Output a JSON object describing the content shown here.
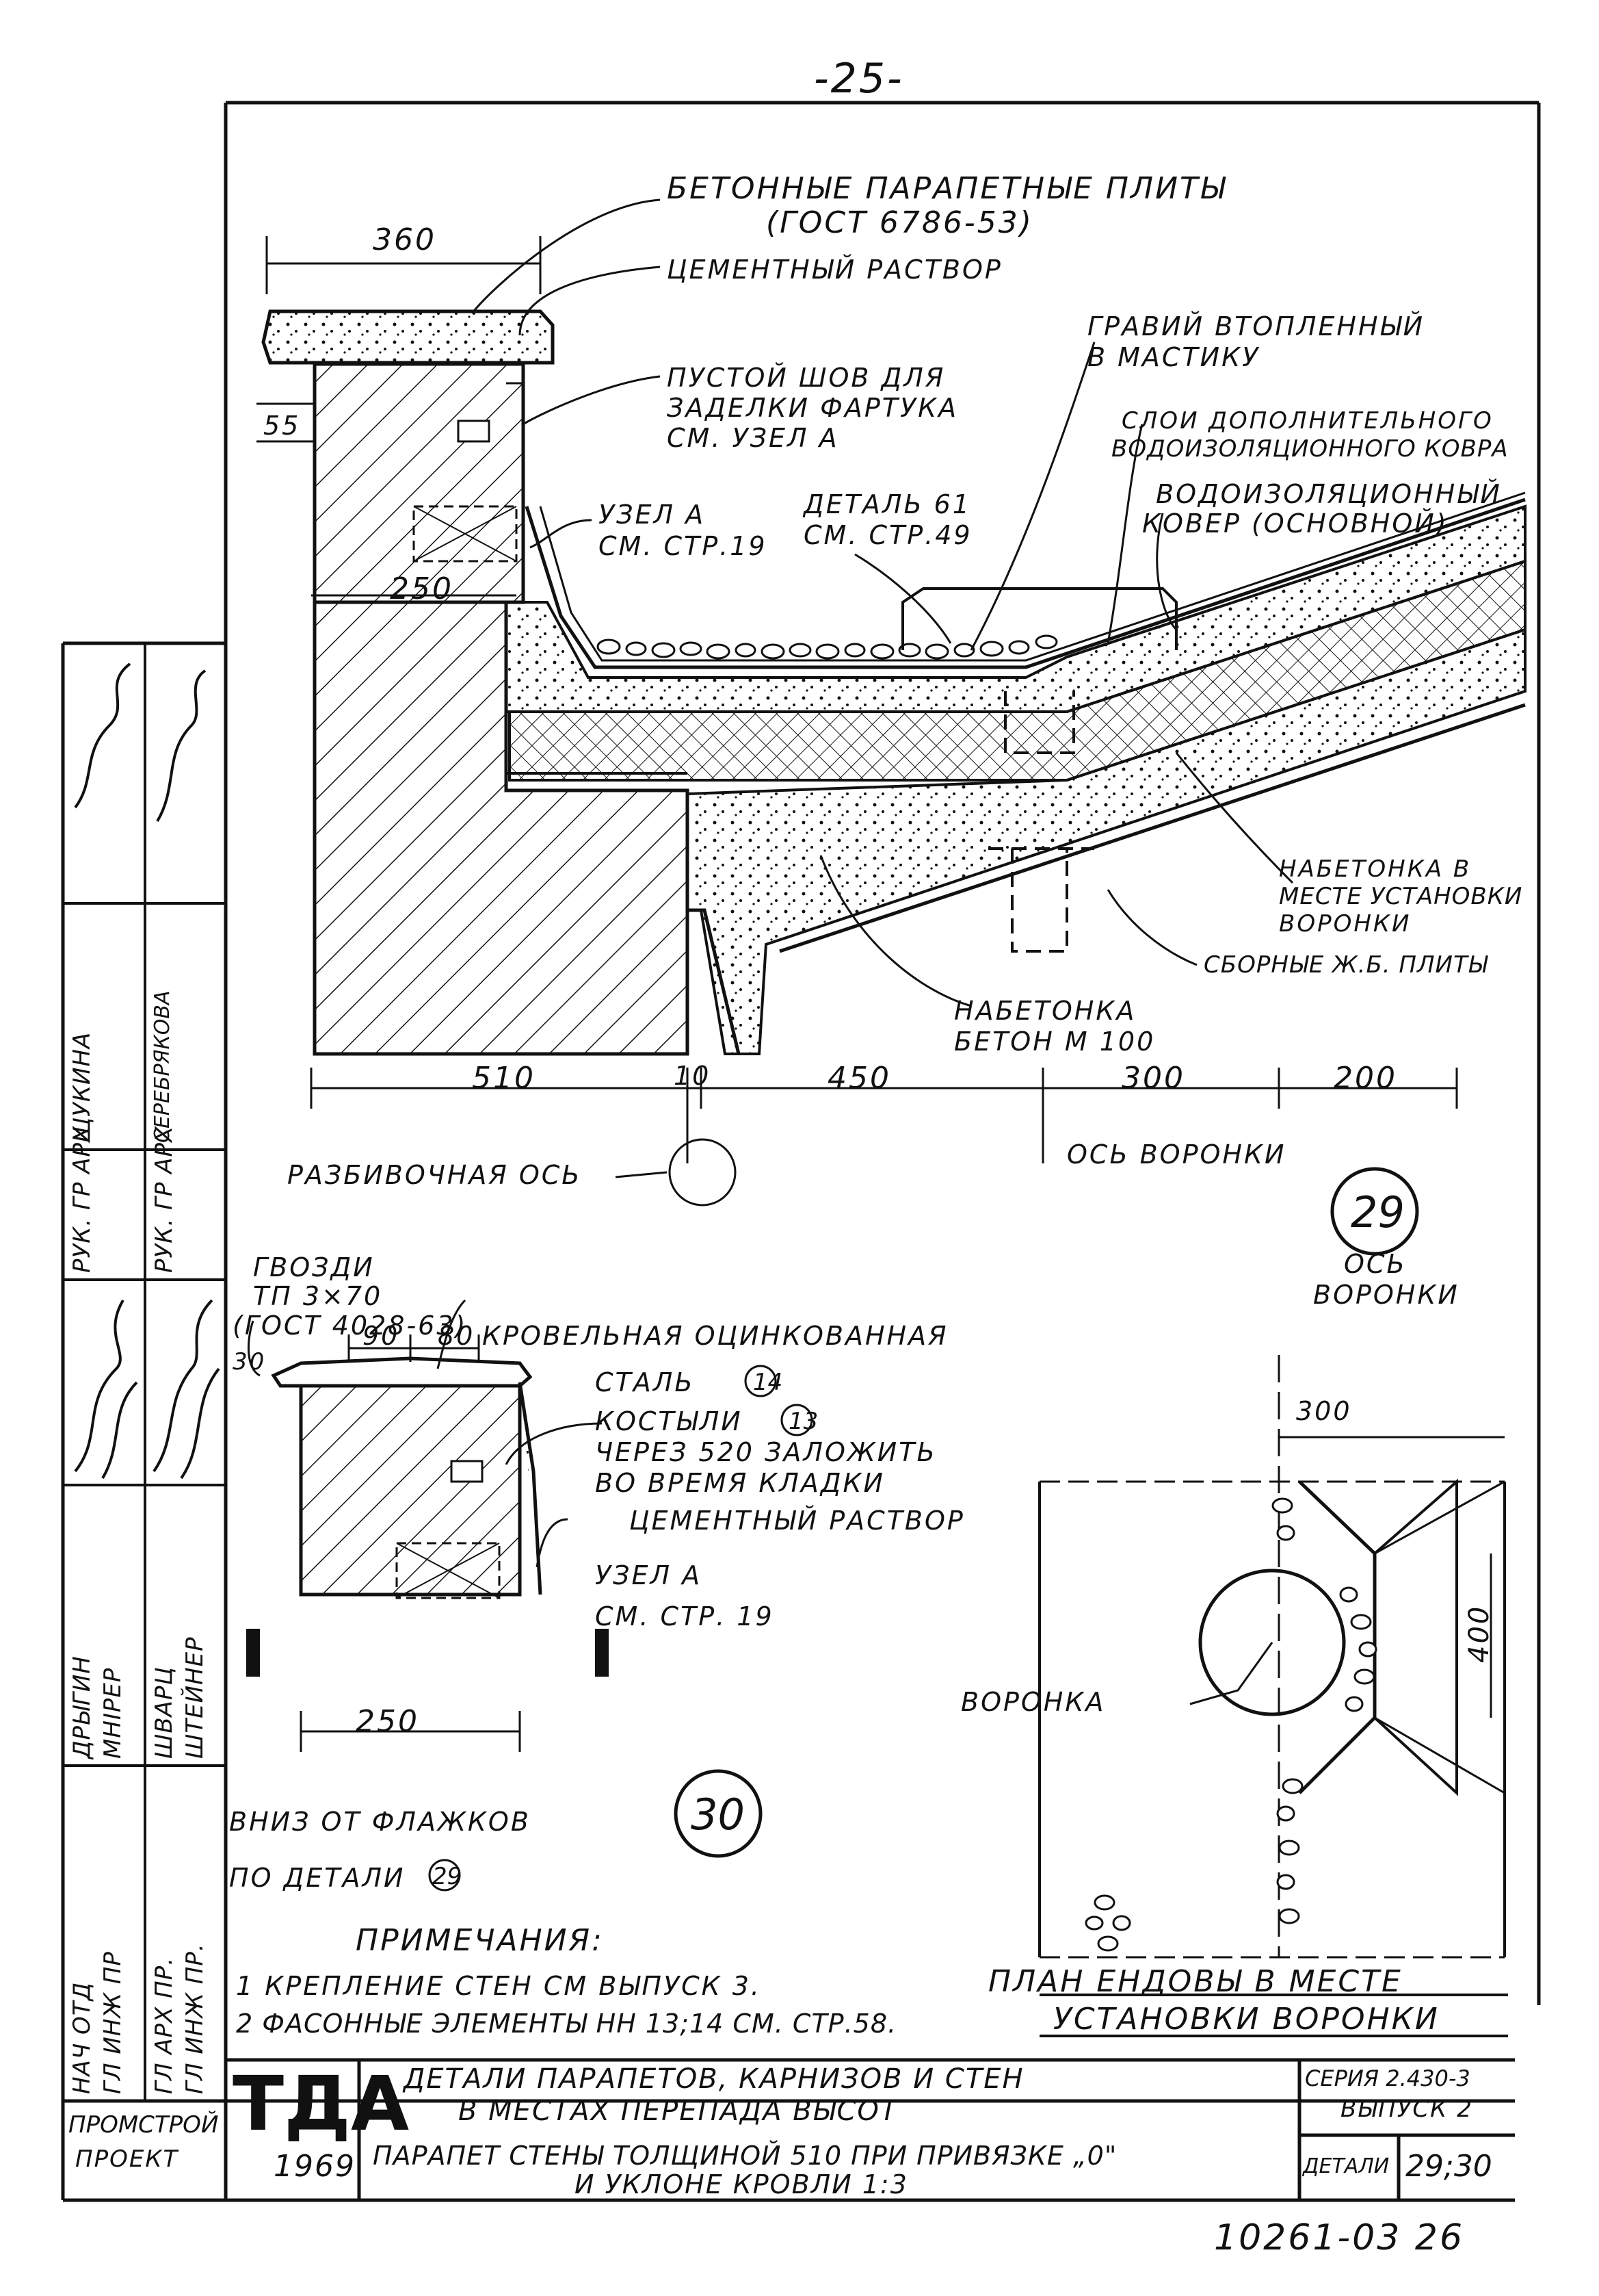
{
  "sheet": {
    "page_number": "-25-",
    "doc_code": "10261-03 26"
  },
  "detail29": {
    "callout_number": "29",
    "parapet_slabs": "БЕТОННЫЕ ПАРАПЕТНЫЕ ПЛИТЫ",
    "parapet_slabs_std": "(ГОСТ 6786-53)",
    "cement_mortar": "ЦЕМЕНТНЫЙ РАСТВОР",
    "empty_joint_1": "ПУСТОЙ ШОВ ДЛЯ",
    "empty_joint_2": "ЗАДЕЛКИ ФАРТУКА",
    "empty_joint_3": "СМ. УЗЕЛ А",
    "node_a_1": "УЗЕЛ А",
    "node_a_2": "СМ. СТР.19",
    "detail61_1": "ДЕТАЛЬ 61",
    "detail61_2": "СМ. СТР.49",
    "gravel_1": "ГРАВИЙ ВТОПЛЕННЫЙ",
    "gravel_2": "В МАСТИКУ",
    "extra_layer_1": "СЛОИ ДОПОЛНИТЕЛЬНОГО",
    "extra_layer_2": "ВОДОИЗОЛЯЦИОННОГО КОВРА",
    "main_carpet_1": "ВОДОИЗОЛЯЦИОННЫЙ",
    "main_carpet_2": "КОВЕР (ОСНОВНОЙ)",
    "concrete_fill_1": "НАБЕТОНКА В",
    "concrete_fill_2": "МЕСТЕ УСТАНОВКИ",
    "concrete_fill_3": "ВОРОНКИ",
    "precast_slabs": "СБОРНЫЕ Ж.Б. ПЛИТЫ",
    "topping_1": "НАБЕТОНКА",
    "topping_2": "БЕТОН М 100",
    "dim_360": "360",
    "dim_55": "55",
    "dim_250": "250",
    "dim_510": "510",
    "dim_10": "10",
    "dim_450": "450",
    "dim_300": "300",
    "dim_200": "200",
    "layout_axis": "РАЗБИВОЧНАЯ ОСЬ",
    "funnel_axis": "ОСЬ ВОРОНКИ"
  },
  "detail30": {
    "callout_number": "30",
    "nails_1": "ГВОЗДИ",
    "nails_2": "ТП 3×70",
    "nails_3": "(ГОСТ 4028-63)",
    "roof_steel_1": "КРОВЕЛЬНАЯ ОЦИНКОВАННАЯ",
    "roof_steel_2": "СТАЛЬ",
    "roof_steel_ref": "14",
    "crutches_1": "КОСТЫЛИ",
    "crutches_ref": "13",
    "crutches_2": "ЧЕРЕЗ 520 ЗАЛОЖИТЬ",
    "crutches_3": "ВО ВРЕМЯ КЛАДКИ",
    "cement_mortar": "ЦЕМЕНТНЫЙ РАСТВОР",
    "node_a_1": "УЗЕЛ А",
    "node_a_2": "СМ. СТР. 19",
    "dim_90": "90",
    "dim_80": "80",
    "dim_30": "30",
    "dim_250": "250",
    "below_flags_1": "ВНИЗ ОТ ФЛАЖКОВ",
    "below_flags_2": "ПО ДЕТАЛИ",
    "below_flags_ref": "29"
  },
  "plan": {
    "axis_1": "ОСЬ",
    "axis_2": "ВОРОНКИ",
    "dim_300": "300",
    "dim_400": "400",
    "funnel": "ВОРОНКА",
    "title_1": "ПЛАН ЕНДОВЫ В МЕСТЕ",
    "title_2": "УСТАНОВКИ ВОРОНКИ"
  },
  "notes": {
    "heading": "ПРИМЕЧАНИЯ:",
    "note1": "1 КРЕПЛЕНИЕ СТЕН СМ ВЫПУСК 3.",
    "note2": "2 ФАСОННЫЕ ЭЛЕМЕНТЫ НН 13;14 СМ. СТР.58."
  },
  "title_block": {
    "org_logo": "ТДА",
    "year": "1969",
    "org_1": "ПРОМСТРОЙ",
    "org_2": "ПРОЕКТ",
    "title_1": "ДЕТАЛИ ПАРАПЕТОВ, КАРНИЗОВ И СТЕН",
    "title_2": "В МЕСТАХ ПЕРЕПАДА ВЫСОТ",
    "subtitle_1": "ПАРАПЕТ СТЕНЫ ТОЛЩИНОЙ 510 ПРИ ПРИВЯЗКЕ „0\"",
    "subtitle_2": "И УКЛОНЕ КРОВЛИ 1:3",
    "series_1": "СЕРИЯ 2.430-3",
    "series_2": "ВЫПУСК 2",
    "detail_label": "ДЕТАЛИ",
    "detail_value": "29;30"
  },
  "signatures": [
    {
      "role": "НАЧ ОТД",
      "name": "ДРЫГИН"
    },
    {
      "role": "ГЛ ИНЖ ПР",
      "name": "МНІРЕР"
    },
    {
      "role": "ГЛ АРХ ПР.",
      "name": "ШВАРЦ"
    },
    {
      "role": "ГЛ ИНЖ ПР.",
      "name": "ШТЕЙНЕР"
    },
    {
      "role": "РУК. ГР АРХ",
      "name": "ЩУКИНА"
    },
    {
      "role": "РУК. ГР АРХ",
      "name": "СЕРЕБРЯКОВА"
    }
  ]
}
